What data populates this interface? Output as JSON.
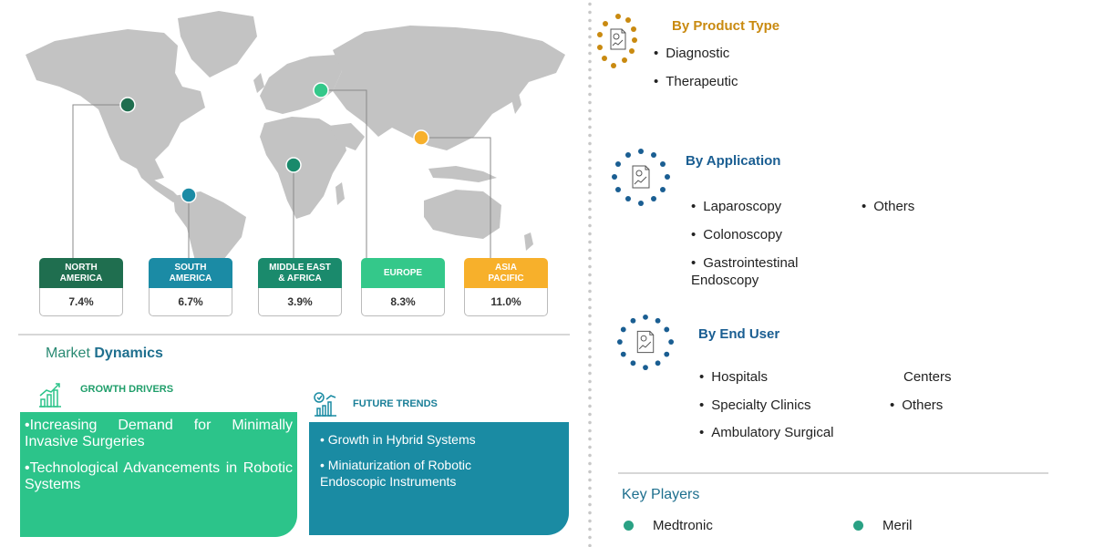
{
  "regions": [
    {
      "name": "NORTH\nAMERICA",
      "value": "7.4%",
      "color": "#1f6e4f"
    },
    {
      "name": "SOUTH\nAMERICA",
      "value": "6.7%",
      "color": "#1b8ba5"
    },
    {
      "name": "MIDDLE EAST\n& AFRICA",
      "value": "3.9%",
      "color": "#1a8a6c"
    },
    {
      "name": "EUROPE",
      "value": "8.3%",
      "color": "#34c88a"
    },
    {
      "name": "ASIA\nPACIFIC",
      "value": "11.0%",
      "color": "#f7b02b"
    }
  ],
  "market_dynamics": {
    "title_prefix": "Market",
    "title_bold": "Dynamics",
    "growth_drivers": {
      "label": "GROWTH DRIVERS",
      "items": [
        "Increasing Demand for Minimally Invasive Surgeries",
        "Technological Advancements in Robotic Systems"
      ],
      "color": "#2cc48a"
    },
    "future_trends": {
      "label": "FUTURE TRENDS",
      "items": [
        "Growth in Hybrid Systems",
        "Miniaturization of Robotic Endoscopic Instruments"
      ],
      "color": "#1a8ba3"
    }
  },
  "segments": {
    "product_type": {
      "title": "By Product Type",
      "items": [
        "Diagnostic",
        "Therapeutic"
      ],
      "color": "#c98a10"
    },
    "application": {
      "title": "By Application",
      "items": [
        "Laparoscopy",
        "Colonoscopy",
        "Gastrointestinal Endoscopy",
        "Others"
      ],
      "color": "#1a5e92"
    },
    "end_user": {
      "title": "By End User",
      "items": [
        "Hospitals",
        "Specialty Clinics",
        "Ambulatory Surgical Centers",
        "Others"
      ],
      "item_lines": {
        "ambulatory_1": "Ambulatory Surgical",
        "ambulatory_2": "Centers"
      },
      "color": "#1a5e92"
    }
  },
  "key_players": {
    "title": "Key Players",
    "items": [
      "Medtronic",
      "Meril"
    ]
  },
  "icons": [
    "map-pin-icon",
    "growth-chart-icon",
    "trend-chart-icon",
    "report-icon"
  ]
}
